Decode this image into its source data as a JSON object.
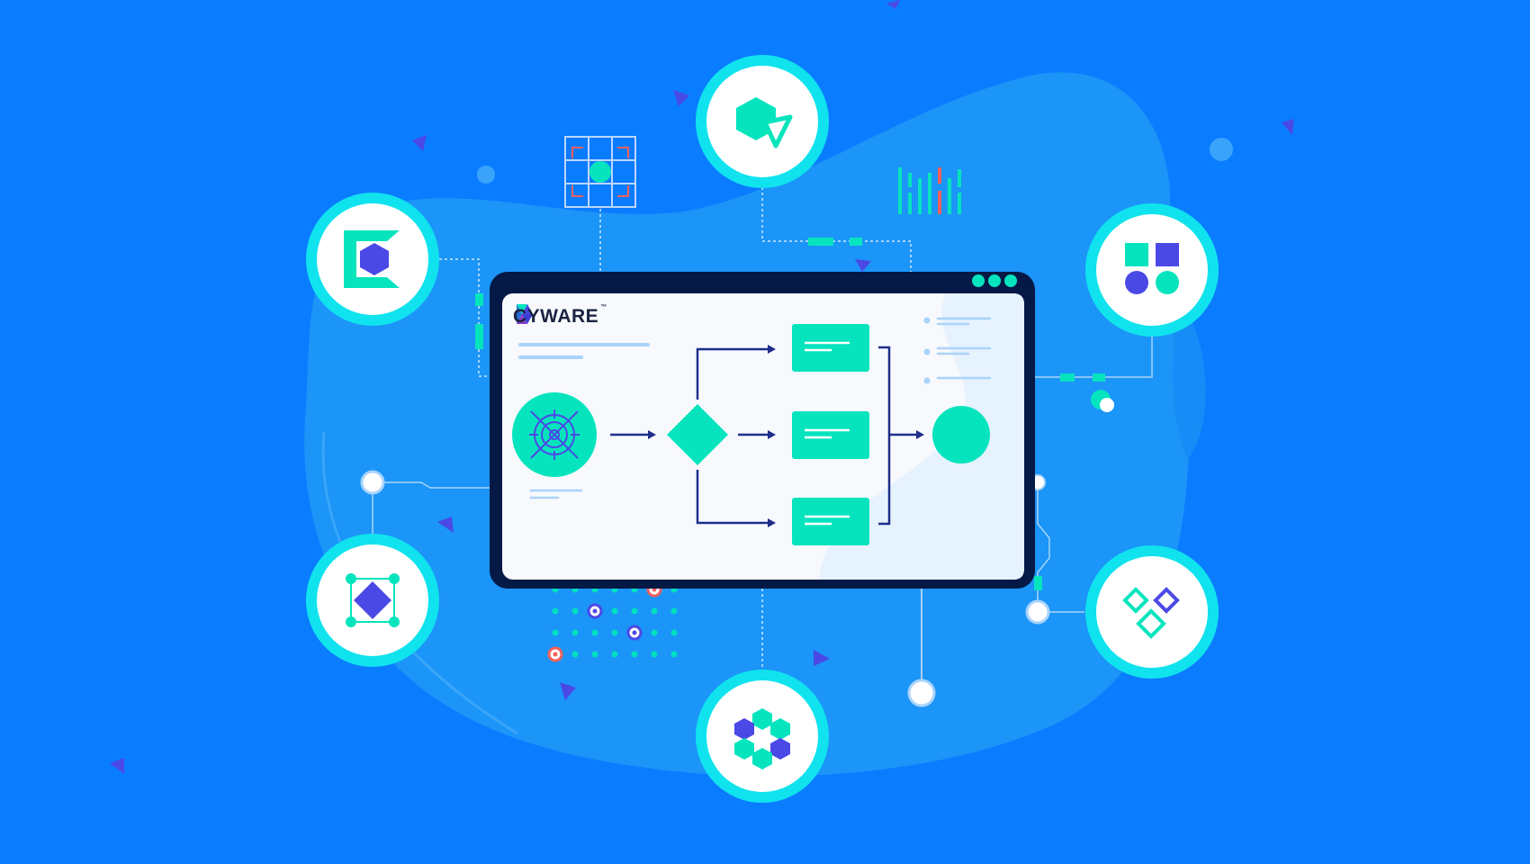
{
  "brand": {
    "name": "CYWARE",
    "trademark": "™"
  },
  "colors": {
    "background": "#0a7cff",
    "blob": "#1b95f8",
    "teal": "#06e4be",
    "cyan_ring": "#10e3ee",
    "indigo": "#4b49e6",
    "navy": "#041945",
    "window_body": "#f7f9fc",
    "placeholder_line": "#a9d3fa",
    "coral": "#f0605c",
    "dot_grid": "#00e0c0"
  },
  "window_controls": [
    "dot-1",
    "dot-2",
    "dot-3"
  ],
  "nodes": [
    {
      "name": "integration-node-bracket-hexagon",
      "icon": "bracket-hexagon-icon"
    },
    {
      "name": "integration-node-hexagon-triangle",
      "icon": "hexagon-triangle-icon"
    },
    {
      "name": "integration-node-shapes-grid",
      "icon": "shapes-grid-icon"
    },
    {
      "name": "integration-node-diamond-frame",
      "icon": "diamond-frame-icon"
    },
    {
      "name": "integration-node-hexagon-cluster",
      "icon": "hexagon-cluster-icon"
    },
    {
      "name": "integration-node-diamonds",
      "icon": "diamonds-icon"
    }
  ],
  "flow": {
    "start_icon": "target-crosshair-icon",
    "decision": "diamond-decision",
    "actions": 3,
    "end": "circle-end"
  }
}
